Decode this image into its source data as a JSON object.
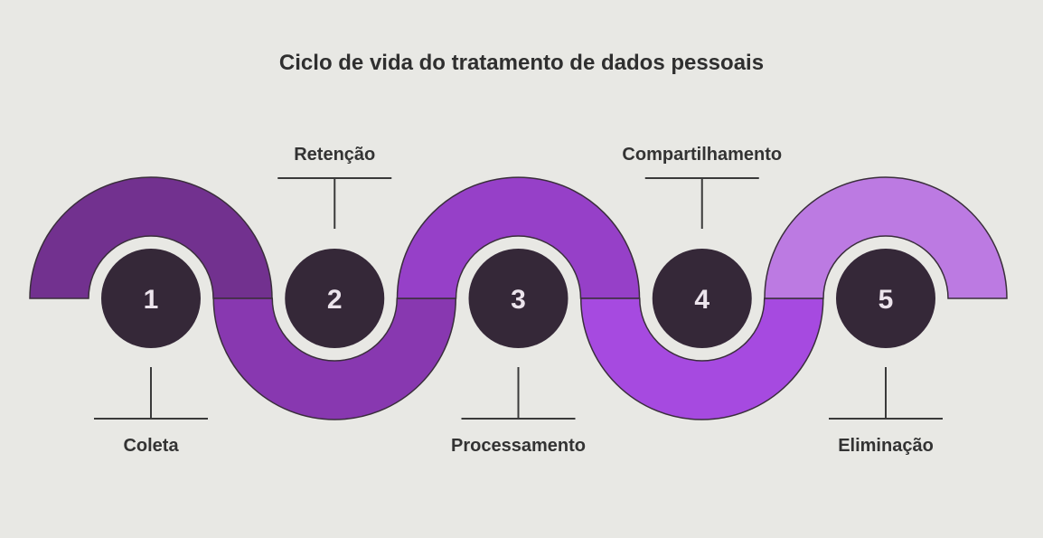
{
  "title": "Ciclo de vida do tratamento de dados pessoais",
  "steps": [
    {
      "number": "1",
      "label": "Coleta",
      "color": "#72318f"
    },
    {
      "number": "2",
      "label": "Retenção",
      "color": "#8838b0"
    },
    {
      "number": "3",
      "label": "Processamento",
      "color": "#9640c8"
    },
    {
      "number": "4",
      "label": "Compartilhamento",
      "color": "#a64ae0"
    },
    {
      "number": "5",
      "label": "Eliminação",
      "color": "#bc7ae2"
    }
  ],
  "colors": {
    "circle": "#352838",
    "background": "#e8e8e4",
    "outline": "#3a2e3c"
  }
}
